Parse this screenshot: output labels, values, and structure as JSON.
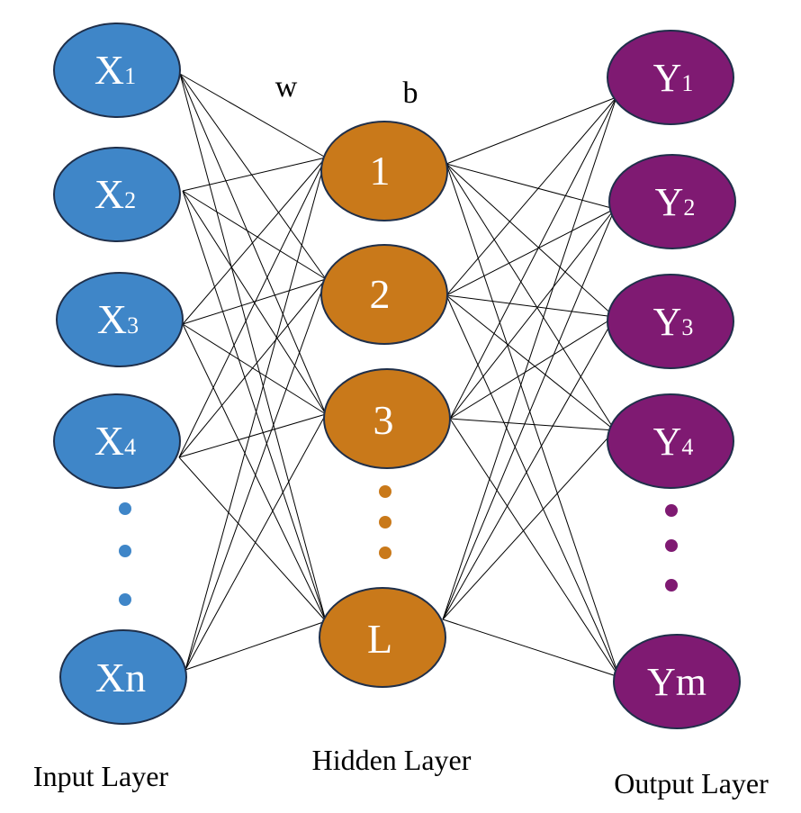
{
  "colors": {
    "input": "#3f86c8",
    "hidden": "#c9791a",
    "output": "#7f1a72",
    "node_stroke": "#1f2f4a",
    "edge": "#000000"
  },
  "labels": {
    "input_layer": "Input Layer",
    "hidden_layer": "Hidden Layer",
    "output_layer": "Output Layer",
    "weight": "w",
    "bias": "b"
  },
  "input_nodes": [
    {
      "base": "X",
      "sub": "1"
    },
    {
      "base": "X",
      "sub": "2"
    },
    {
      "base": "X",
      "sub": "3"
    },
    {
      "base": "X",
      "sub": "4"
    },
    {
      "base": "Xn",
      "sub": ""
    }
  ],
  "hidden_nodes": [
    {
      "base": "1",
      "sub": ""
    },
    {
      "base": "2",
      "sub": ""
    },
    {
      "base": "3",
      "sub": ""
    },
    {
      "base": "L",
      "sub": ""
    }
  ],
  "output_nodes": [
    {
      "base": "Y",
      "sub": "1"
    },
    {
      "base": "Y",
      "sub": "2"
    },
    {
      "base": "Y",
      "sub": "3"
    },
    {
      "base": "Y",
      "sub": "4"
    },
    {
      "base": "Ym",
      "sub": ""
    }
  ]
}
